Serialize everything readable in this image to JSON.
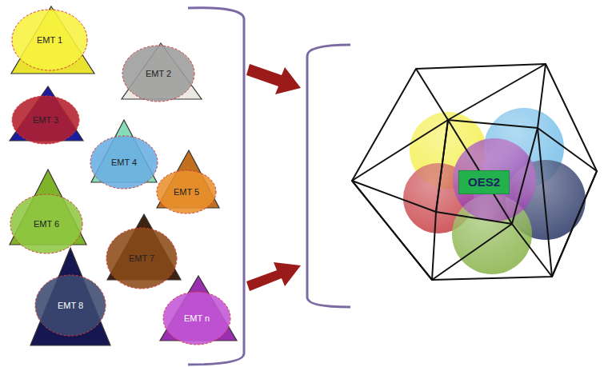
{
  "diagram": {
    "nodes": [
      {
        "text": [
          "EMT 1"
        ]
      },
      {
        "text": [
          "EMT 2"
        ]
      },
      {
        "text": [
          "EMT 3"
        ]
      },
      {
        "text": [
          "EMT 4"
        ]
      },
      {
        "text": [
          "EMT 5"
        ]
      },
      {
        "text": [
          "EMT 6"
        ]
      },
      {
        "text": [
          "EMT 7"
        ]
      },
      {
        "text": [
          "EMT 8"
        ]
      },
      {
        "text": [
          "EMT n"
        ]
      },
      {
        "text": [
          "OES2"
        ]
      }
    ]
  }
}
